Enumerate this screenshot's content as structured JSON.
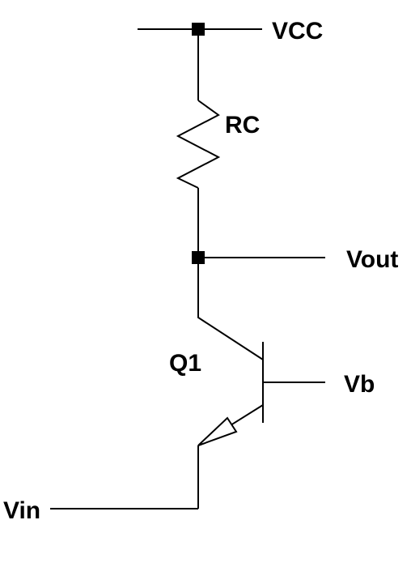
{
  "labels": {
    "vcc": "VCC",
    "rc": "RC",
    "vout": "Vout",
    "q1": "Q1",
    "vb": "Vb",
    "vin": "Vin"
  },
  "colors": {
    "wire": "#000000",
    "background": "#ffffff"
  }
}
